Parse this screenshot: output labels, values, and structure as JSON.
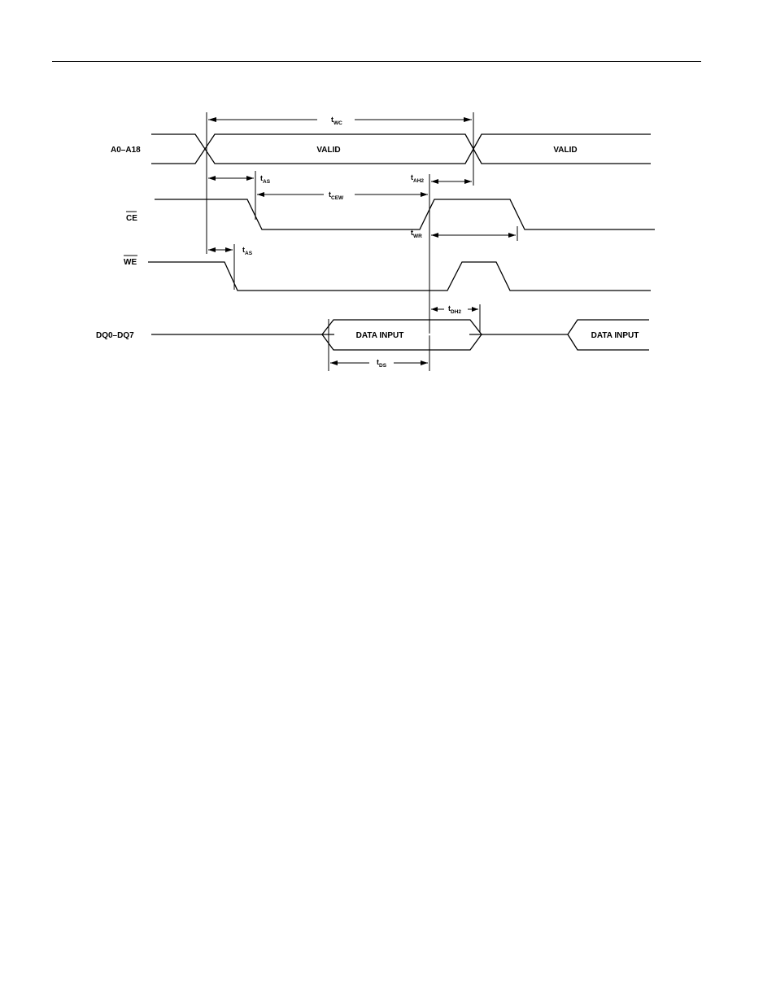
{
  "signals": {
    "address": "A0–A18",
    "ce": "CE",
    "we": "WE",
    "dq": "DQ0–DQ7"
  },
  "bus_labels": {
    "valid_1": "VALID",
    "valid_2": "VALID",
    "data_input_1": "DATA INPUT",
    "data_input_2": "DATA INPUT"
  },
  "timing": {
    "t_wc": {
      "t": "t",
      "sub": "WC"
    },
    "t_as_ce": {
      "t": "t",
      "sub": "AS"
    },
    "t_ah2": {
      "t": "t",
      "sub": "AH2"
    },
    "t_cew": {
      "t": "t",
      "sub": "CEW"
    },
    "t_wr": {
      "t": "t",
      "sub": "WR"
    },
    "t_as_we": {
      "t": "t",
      "sub": "AS"
    },
    "t_dh2": {
      "t": "t",
      "sub": "DH2"
    },
    "t_ds": {
      "t": "t",
      "sub": "DS"
    }
  }
}
